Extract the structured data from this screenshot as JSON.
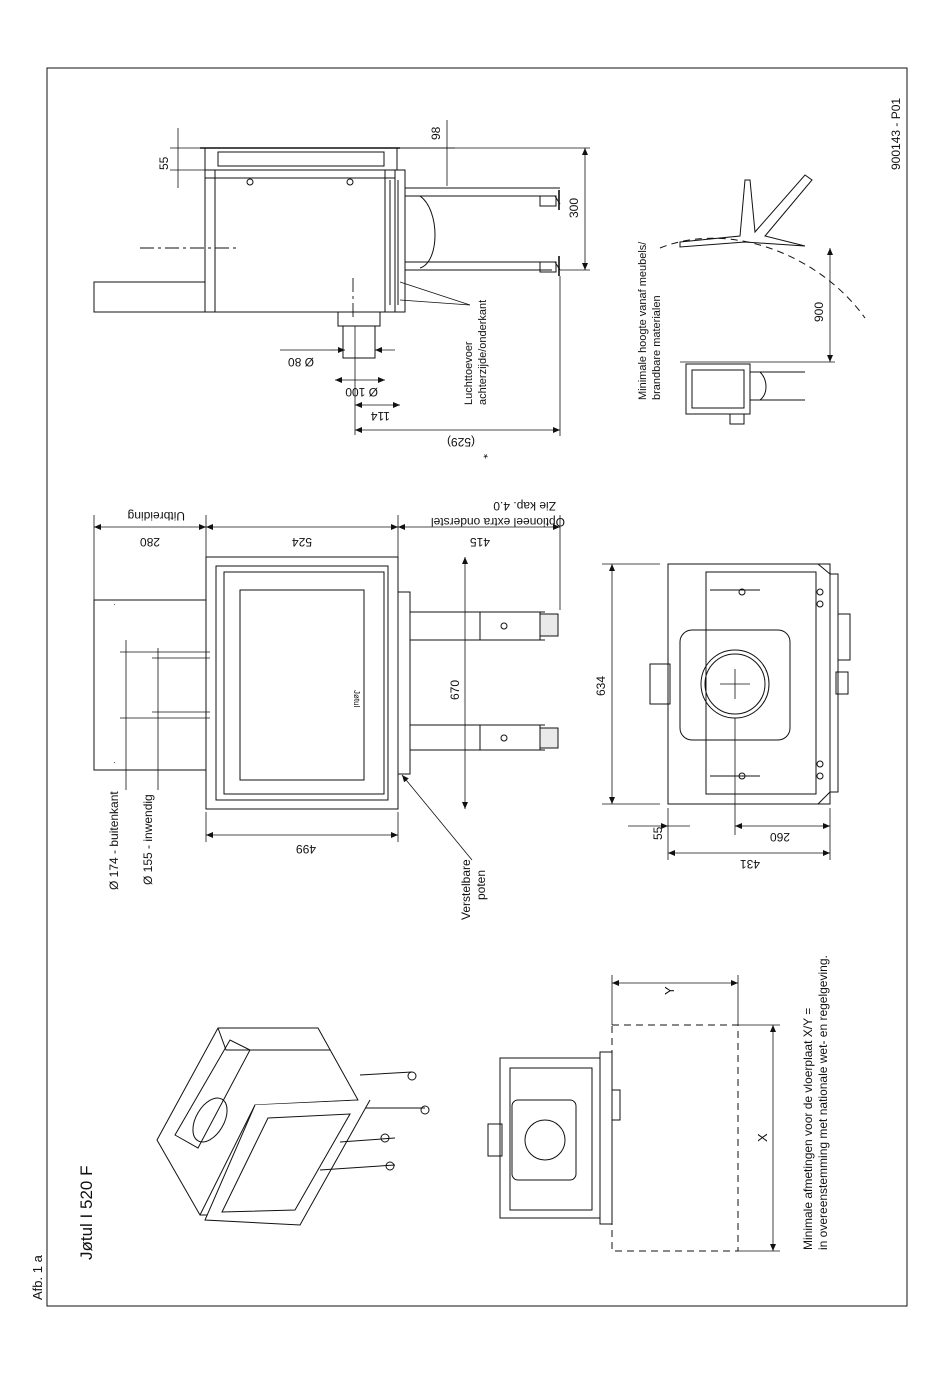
{
  "figure_label": "Afb. 1 a",
  "product_title": "Jøtul I 520 F",
  "drawing_number": "900143 - P01",
  "side_view": {
    "dims": {
      "d55": "55",
      "d98": "98",
      "d300": "300",
      "d80": "Ø 80",
      "d100": "Ø 100",
      "d114": "114",
      "d529": "(529)",
      "star": "*"
    },
    "air_label_1": "Luchttoevoer",
    "air_label_2": "achterzijde/onderkant"
  },
  "front_view": {
    "dims": {
      "d280": "280",
      "d524": "524",
      "d415": "415",
      "d670": "670",
      "d499": "499"
    },
    "extension_label": "Uitbreiding",
    "optional_1": "Optioneel extra onderstel",
    "optional_2": "Zie kap. 4.0",
    "pipe_outer": "Ø 174  - buitenkant",
    "pipe_inner": "Ø 155  - inwendig",
    "legs_1": "Verstelbare",
    "legs_2": "poten"
  },
  "top_view": {
    "dims": {
      "d634": "634",
      "d55": "55",
      "d260": "260",
      "d431": "431"
    }
  },
  "clearance": {
    "label_1": "Minimale hoogte vanaf meubels/",
    "label_2": "brandbare materialen",
    "dim": "900"
  },
  "floor_plate": {
    "x_label": "X",
    "y_label": "Y",
    "note_1": "Minimale afmetingen voor de vloerplaat X/Y =",
    "note_2": "in overeenstemming met nationale wet- en regelgeving."
  }
}
